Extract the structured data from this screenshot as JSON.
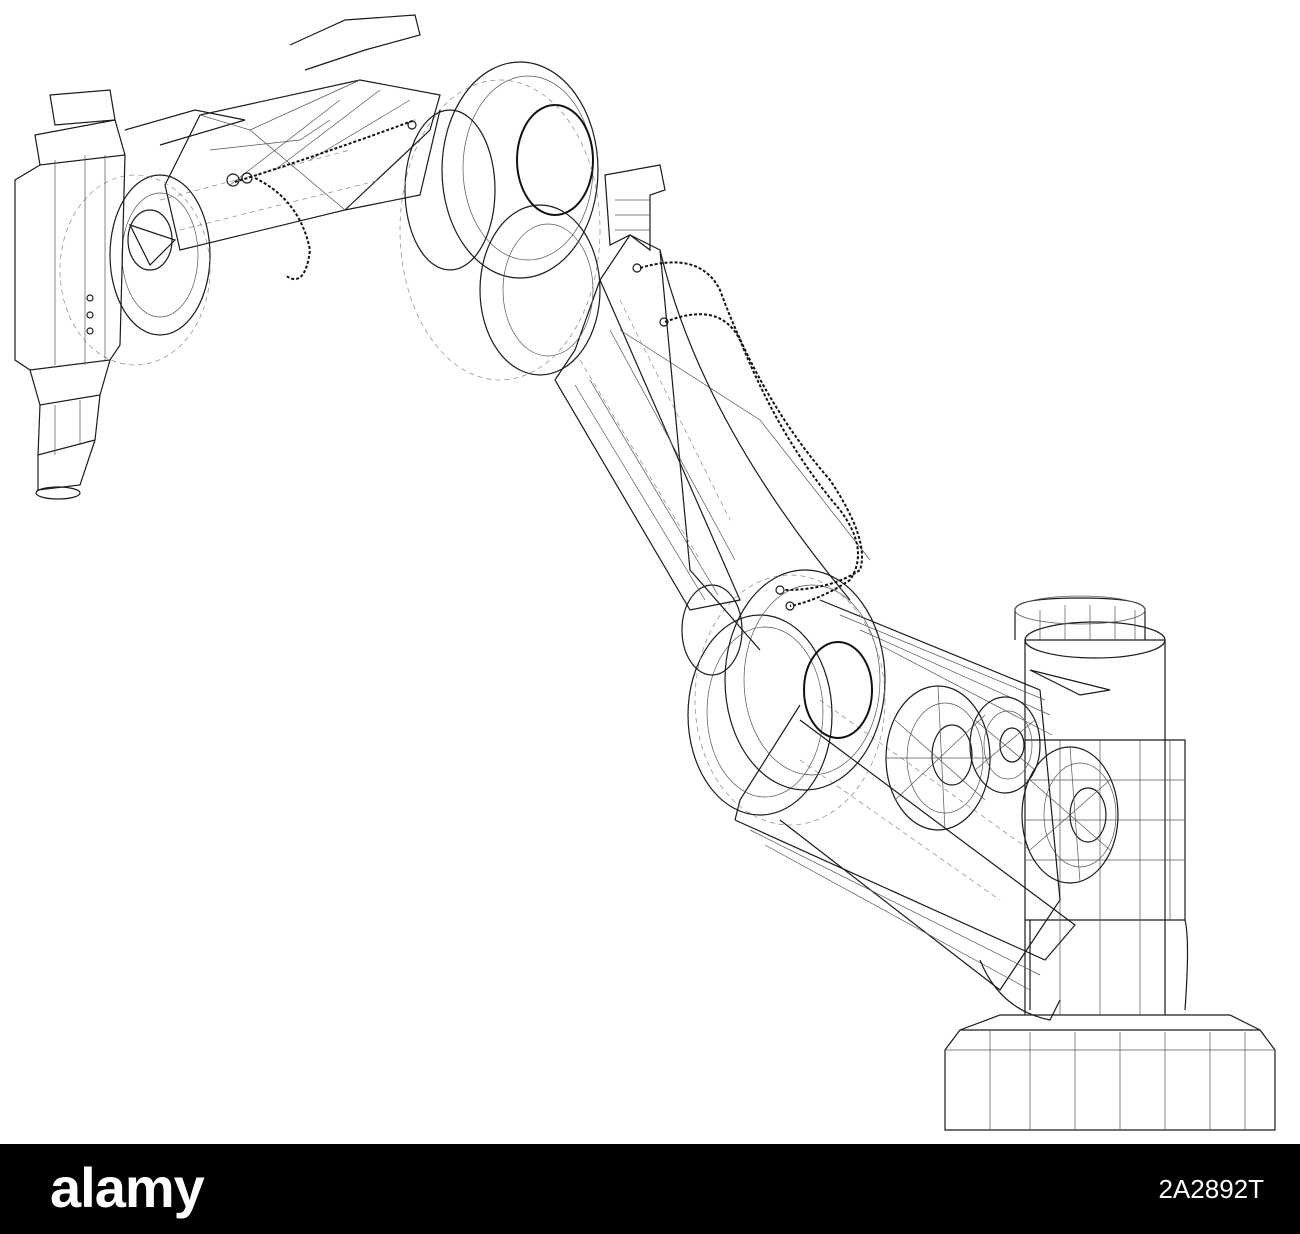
{
  "footer": {
    "logo_text": "alamy",
    "image_id": "2A2892T",
    "background_color": "#000000",
    "text_color": "#ffffff"
  },
  "illustration": {
    "style": "wireframe line drawing",
    "stroke_color": "#1a1a1a",
    "background_color": "#ffffff"
  }
}
